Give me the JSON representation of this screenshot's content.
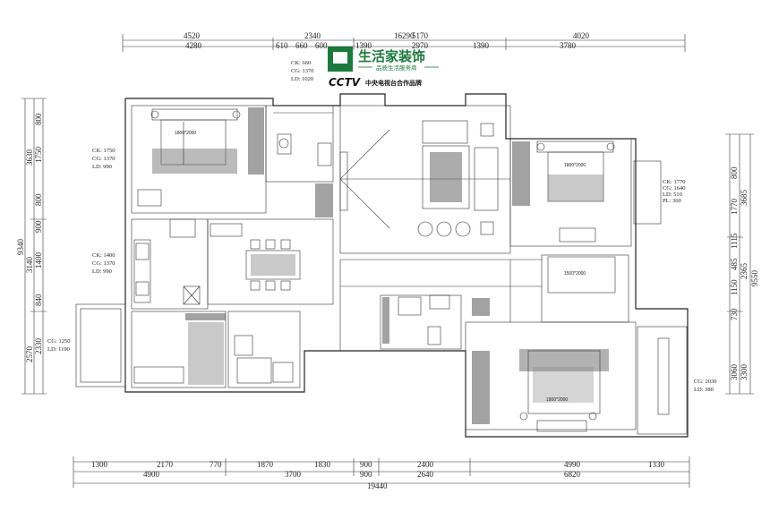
{
  "brand": {
    "name": "生活家装饰",
    "slogan": "品质生活服务商",
    "partner_logo": "CCTV",
    "partner_text": "中央电视台合作品牌",
    "brand_color": "#1a7a3c"
  },
  "dimensions": {
    "top_total": "16290",
    "top_row1": [
      "4520",
      "2340",
      "5170",
      "4020"
    ],
    "top_row2": [
      "4280",
      "610",
      "660",
      "600",
      "1390",
      "2970",
      "1390",
      "3780"
    ],
    "bottom_row1": [
      "1300",
      "2170",
      "770",
      "1870",
      "1830",
      "900",
      "2400",
      "4990",
      "1330"
    ],
    "bottom_row2": [
      "4900",
      "3700",
      "900",
      "2640",
      "6820"
    ],
    "bottom_total": "19440",
    "left_total": "9340",
    "left_row": [
      "800",
      "1750",
      "800",
      "900",
      "1400",
      "840",
      "2330"
    ],
    "left_row_outer": [
      "3630",
      "3140",
      "2570"
    ],
    "right_total": "9550",
    "right_row": [
      "800",
      "1770",
      "1115",
      "485",
      "1150",
      "730",
      "3060"
    ],
    "right_row_outer": [
      "3685",
      "2365",
      "3300"
    ]
  },
  "notes": {
    "top_window": [
      "CK: 660",
      "CG: 1370",
      "LD: 1020"
    ],
    "left_upper": [
      "CK: 1750",
      "CG: 1370",
      "LD: 990"
    ],
    "left_middle": [
      "CK: 1400",
      "CG: 1370",
      "LD: 990"
    ],
    "left_lower": [
      "CG: 1250",
      "LD: 1190"
    ],
    "right_upper": [
      "CK: 1770",
      "CG: 1640",
      "LD: 510",
      "PL: 360"
    ],
    "right_lower": [
      "CG: 2030",
      "LD: 380"
    ]
  },
  "beds": {
    "bed1": "1800*2000",
    "bed2": "1800*2000",
    "bed3": "1500*2000",
    "bed4": "1800*2000"
  }
}
